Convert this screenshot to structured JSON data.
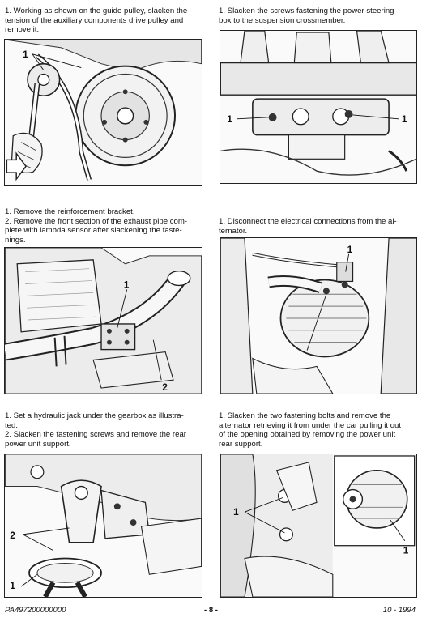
{
  "steps": [
    {
      "id": "s1",
      "lines": [
        "1. Working as shown on the guide pulley, slacken the",
        "tension of the auxiliary components drive pulley and",
        "remove it."
      ],
      "callouts": [
        "1"
      ]
    },
    {
      "id": "s2",
      "lines": [
        "1. Slacken the screws fastening the power steering",
        "box to the suspension crossmember."
      ],
      "callouts": [
        "1",
        "1"
      ]
    },
    {
      "id": "s3",
      "lines": [
        "1. Remove the reinforcement bracket.",
        "2. Remove the front section of the exhaust pipe com-",
        "plete with lambda sensor after slackening the faste-",
        "nings."
      ],
      "callouts": [
        "1",
        "2"
      ]
    },
    {
      "id": "s4",
      "lines": [
        "1. Disconnect the electrical connections from the al-",
        "ternator."
      ],
      "callouts": [
        "1"
      ]
    },
    {
      "id": "s5",
      "lines": [
        "1. Set a hydraulic jack under the gearbox as illustra-",
        "ted.",
        "2. Slacken the fastening screws and remove the rear",
        "power unit support."
      ],
      "callouts": [
        "2",
        "1"
      ]
    },
    {
      "id": "s6",
      "lines": [
        "1. Slacken the two fastening bolts and remove the",
        "alternator retrieving it from under the car pulling it out",
        "of the opening obtained by removing the power unit",
        "rear support."
      ],
      "callouts": [
        "1",
        "1"
      ]
    }
  ],
  "footer": {
    "doc_code": "PA497200000000",
    "page": "- 8 -",
    "date": "10 - 1994"
  }
}
